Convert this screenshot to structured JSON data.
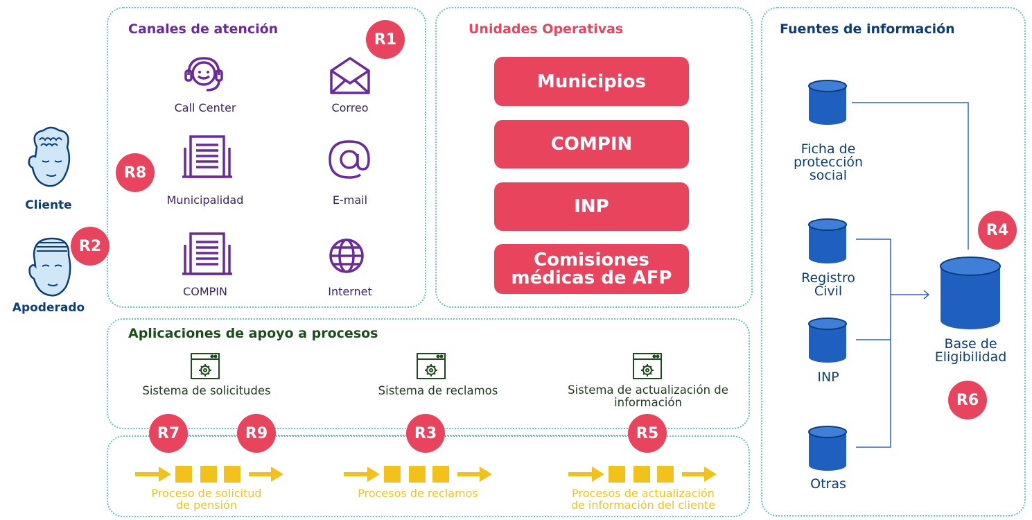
{
  "actors": {
    "cliente": "Cliente",
    "apoderado": "Apoderado"
  },
  "canales": {
    "title": "Canales de atención",
    "items": [
      "Call Center",
      "Correo",
      "Municipalidad",
      "E-mail",
      "COMPIN",
      "Internet"
    ]
  },
  "unidades": {
    "title": "Unidades Operativas",
    "items": [
      "Municipios",
      "COMPIN",
      "INP",
      "Comisiones",
      "médicas de AFP"
    ]
  },
  "fuentes": {
    "title": "Fuentes de información",
    "ficha": [
      "Ficha de",
      "protección",
      "social"
    ],
    "registro": [
      "Registro",
      "Civil"
    ],
    "inp": "INP",
    "otras": "Otras",
    "base": [
      "Base de",
      "Eligibilidad"
    ]
  },
  "aplicaciones": {
    "title": "Aplicaciones de apoyo a procesos",
    "solicitudes": "Sistema de solicitudes",
    "reclamos": "Sistema de reclamos",
    "actualizacion": [
      "Sistema de actualización de",
      "información"
    ]
  },
  "procesos": {
    "solicitud": [
      "Proceso de solicitud",
      "de pensión"
    ],
    "reclamos": "Procesos de reclamos",
    "actualizacion": [
      "Procesos de actualización",
      "de información del cliente"
    ]
  },
  "badges": [
    "R1",
    "R2",
    "R3",
    "R4",
    "R5",
    "R6",
    "R7",
    "R8",
    "R9"
  ],
  "colors": {
    "purple": "#6a2a9c",
    "red": "#e8445e",
    "navy": "#0c3c7a",
    "green": "#1b4d1b",
    "yellow": "#f2c21b",
    "teal": "#5cc4cf",
    "db_blue": "#1f5fbf"
  }
}
